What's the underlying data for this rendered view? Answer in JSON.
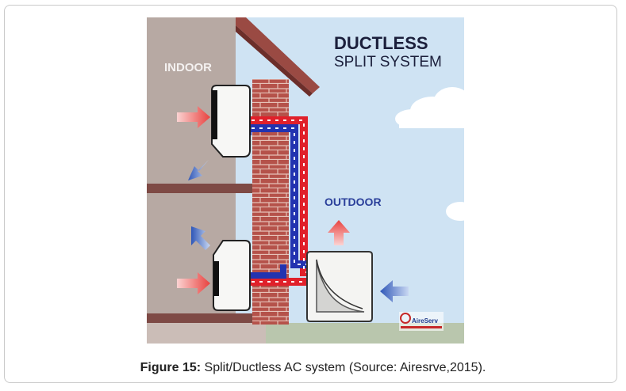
{
  "figure": {
    "caption_label": "Figure 15:",
    "caption_text": " Split/Ductless AC system (Source: Airesrve,2015)."
  },
  "diagram": {
    "title_line1": "DUCTLESS",
    "title_line2": "SPLIT SYSTEM",
    "indoor_label": "INDOOR",
    "outdoor_label": "OUTDOOR",
    "logo_text": "AireServ",
    "colors": {
      "sky": "#cfe3f3",
      "house_wall": "#b7a9a3",
      "brick": "#b5524a",
      "roof": "#9a4a43",
      "hot_line": "#e0202a",
      "cold_line": "#2233b0",
      "title_text": "#1b1f3b",
      "outdoor_text": "#2a3f9a",
      "indoor_text": "#f4f1f0",
      "hot_arrow": "#f07a78",
      "cold_arrow": "#4e76c8",
      "ground": "#b9c6ad"
    }
  }
}
